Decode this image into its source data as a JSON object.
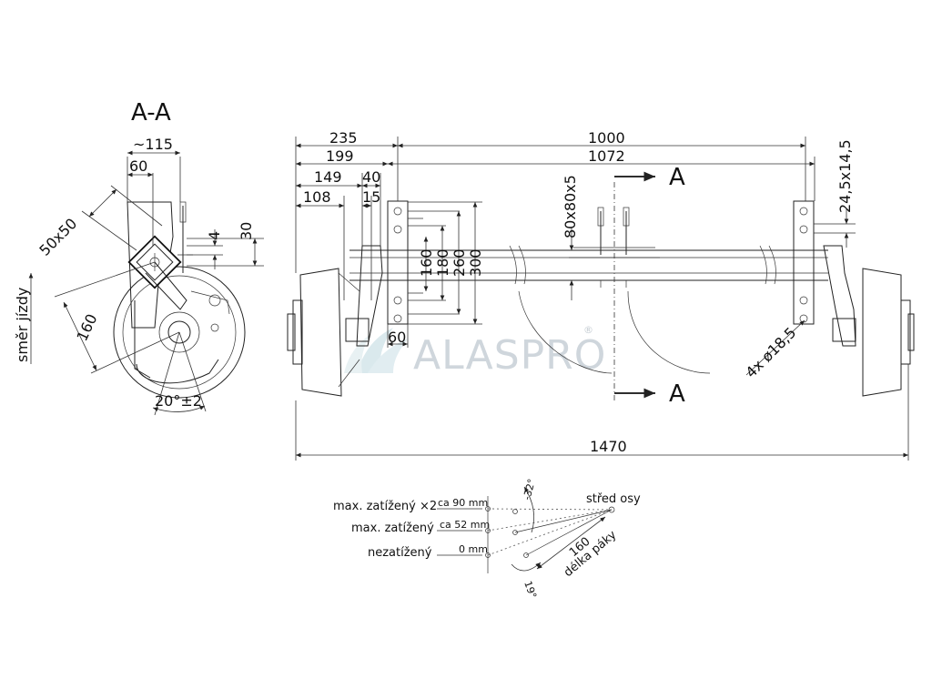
{
  "section_label": "A-A",
  "section_marker": "A",
  "direction_label": "směr jízdy",
  "watermark": "ALASPRO",
  "watermark_mark": "®",
  "side_view": {
    "dim_width_top": "~115",
    "dim_60_top": "60",
    "dim_square": "50x50",
    "dim_4": "4",
    "dim_30": "30",
    "dim_160": "160",
    "dim_angle": "20°±2"
  },
  "front_view": {
    "dim_235": "235",
    "dim_199": "199",
    "dim_149": "149",
    "dim_108": "108",
    "dim_40": "40",
    "dim_15": "15",
    "dim_1000": "1000",
    "dim_1072": "1072",
    "dim_1470": "1470",
    "dim_profile": "80x80x5",
    "dim_160": "160",
    "dim_180": "180",
    "dim_260": "260",
    "dim_300": "300",
    "dim_60": "60",
    "dim_holes": "24,5x14,5",
    "dim_bolts": "4x ø18,5"
  },
  "lever_diagram": {
    "center_label": "střed osy",
    "rows": [
      {
        "label": "max. zatížený ×2",
        "value": "ca 90 mm"
      },
      {
        "label": "max. zatížený",
        "value": "ca 52 mm"
      },
      {
        "label": "nezatížený",
        "value": "0 mm"
      }
    ],
    "angle_top": "-32°",
    "angle_bottom": "19°",
    "lever_length": "160",
    "lever_label": "délka páky"
  }
}
